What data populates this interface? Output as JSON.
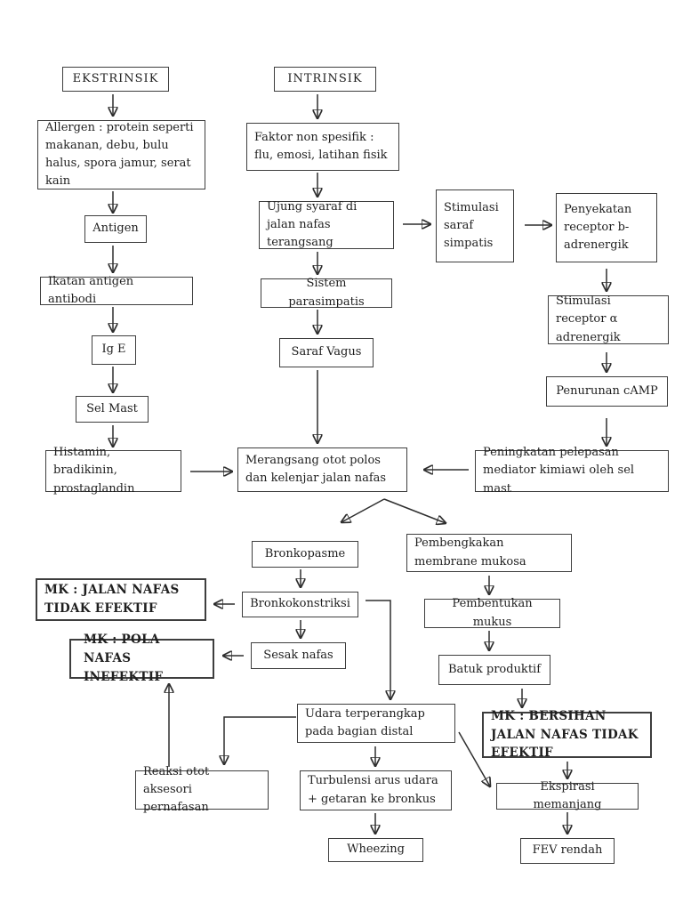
{
  "diagram": {
    "type": "flowchart",
    "language": "Indonesian",
    "topic": "Patofisiologi asma: jalur ekstrinsik dan intrinsik"
  },
  "colors": {
    "background": "#ffffff",
    "box_border": "#3e3e3e",
    "arrow": "#2e2e2e",
    "text": "#1f1f1f"
  },
  "nodes": {
    "ekstrinsik": "EKSTRINSIK",
    "intrinsik": "INTRINSIK",
    "allergen": "Allergen : protein seperti makanan, debu, bulu halus, spora jamur, serat kain",
    "faktor": "Faktor non spesifik : flu, emosi, latihan fisik",
    "antigen": "Antigen",
    "ujung": "Ujung syaraf di jalan nafas terangsang",
    "ikatan": "Ikatan antigen antibodi",
    "sistem": "Sistem parasimpatis",
    "ige": "Ig E",
    "vagus": "Saraf Vagus",
    "selmast": "Sel Mast",
    "histamin": "Histamin, bradikinin, prostaglandin",
    "merangsang": "Merangsang otot polos dan kelenjar jalan nafas",
    "simpatis": "Stimulasi saraf simpatis",
    "penyekatan": "Penyekatan receptor b- adrenergik",
    "alpha": "Stimulasi receptor α adrenergik",
    "camp": "Penurunan cAMP",
    "peningkatan": "Peningkatan pelepasan mediator kimiawi oleh sel mast",
    "bronkopasme": "Bronkopasme",
    "pembengkakan": "Pembengkakan membrane mukosa",
    "bronkokonstriksi": "Bronkokonstriksi",
    "mk_jalan": "MK : JALAN NAFAS TIDAK EFEKTIF",
    "sesak": "Sesak nafas",
    "mk_pola": "MK : POLA NAFAS INEFEKTIF",
    "mukus": "Pembentukan mukus",
    "batuk": "Batuk produktif",
    "udara": "Udara terperangkap pada bagian distal",
    "mk_bersihan": "MK : BERSIHAN JALAN NAFAS TIDAK EFEKTIF",
    "reaksi": "Reaksi otot aksesori pernafasan",
    "turbulensi": "Turbulensi arus udara + getaran ke bronkus",
    "ekspirasi": "Ekspirasi memanjang",
    "wheezing": "Wheezing",
    "fev": "FEV rendah"
  },
  "edges": [
    [
      "ekstrinsik",
      "allergen"
    ],
    [
      "allergen",
      "antigen"
    ],
    [
      "antigen",
      "ikatan"
    ],
    [
      "ikatan",
      "ige"
    ],
    [
      "ige",
      "selmast"
    ],
    [
      "selmast",
      "histamin"
    ],
    [
      "histamin",
      "merangsang"
    ],
    [
      "intrinsik",
      "faktor"
    ],
    [
      "faktor",
      "ujung"
    ],
    [
      "ujung",
      "sistem"
    ],
    [
      "ujung",
      "simpatis"
    ],
    [
      "sistem",
      "vagus"
    ],
    [
      "vagus",
      "merangsang"
    ],
    [
      "simpatis",
      "penyekatan"
    ],
    [
      "penyekatan",
      "alpha"
    ],
    [
      "alpha",
      "camp"
    ],
    [
      "camp",
      "peningkatan"
    ],
    [
      "peningkatan",
      "merangsang"
    ],
    [
      "merangsang",
      "bronkopasme"
    ],
    [
      "merangsang",
      "pembengkakan"
    ],
    [
      "bronkopasme",
      "bronkokonstriksi"
    ],
    [
      "bronkokonstriksi",
      "mk_jalan"
    ],
    [
      "bronkokonstriksi",
      "sesak"
    ],
    [
      "bronkokonstriksi",
      "udara"
    ],
    [
      "sesak",
      "mk_pola"
    ],
    [
      "pembengkakan",
      "mukus"
    ],
    [
      "mukus",
      "batuk"
    ],
    [
      "batuk",
      "mk_bersihan"
    ],
    [
      "mk_bersihan",
      "ekspirasi"
    ],
    [
      "udara",
      "reaksi"
    ],
    [
      "udara",
      "turbulensi"
    ],
    [
      "udara",
      "ekspirasi"
    ],
    [
      "turbulensi",
      "wheezing"
    ],
    [
      "ekspirasi",
      "fev"
    ],
    [
      "reaksi",
      "mk_pola"
    ]
  ]
}
